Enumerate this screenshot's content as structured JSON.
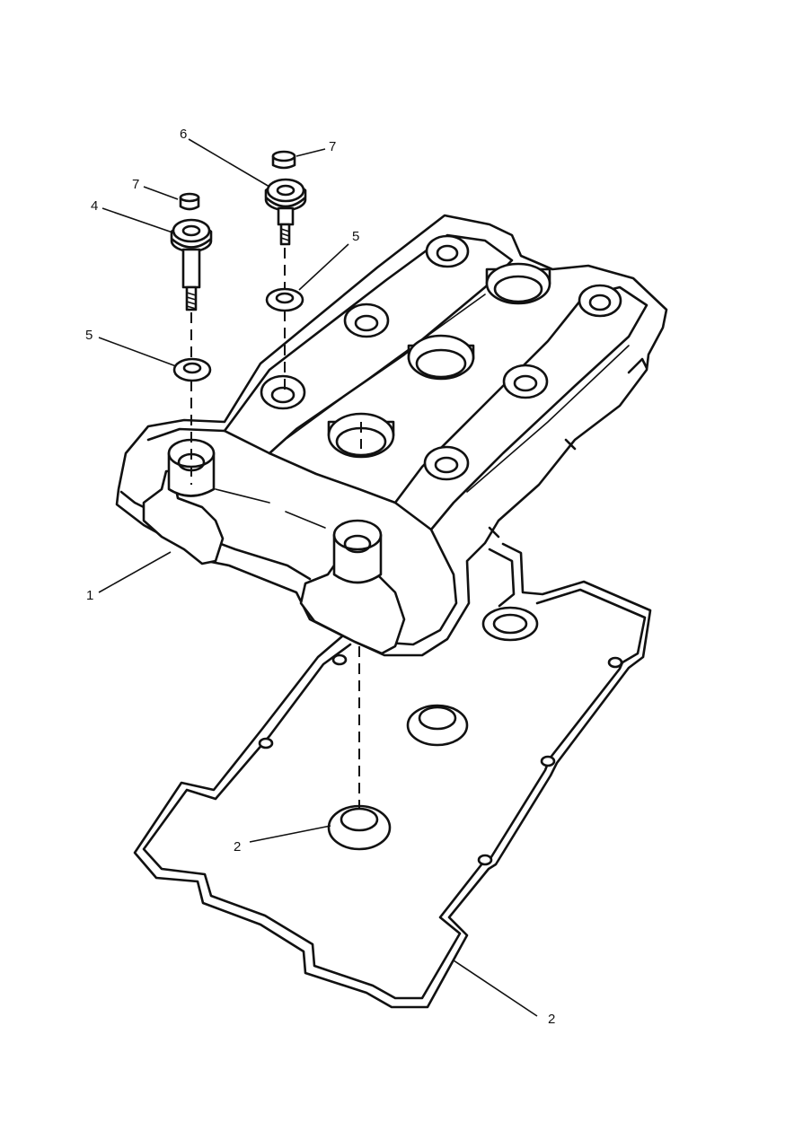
{
  "callouts": {
    "part_1": "1",
    "part_2_seal": "2",
    "part_2_gasket": "2",
    "part_4": "4",
    "part_5_left": "5",
    "part_5_right": "5",
    "part_6": "6",
    "part_7_left": "7",
    "part_7_right": "7"
  },
  "colors": {
    "line": "#111111",
    "background": "#ffffff"
  }
}
